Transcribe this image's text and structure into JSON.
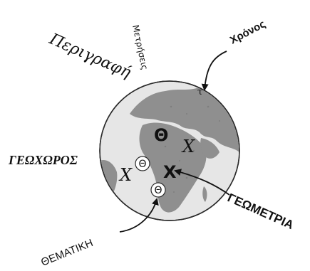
{
  "labels": {
    "perigrafi": "Περιγραφή",
    "metriseis": "Μετρήσεις",
    "xronos": "Χρόνος",
    "tau": "τ",
    "geoxoros": "ΓΕΩΧΩΡΟΣ",
    "geometria": "ΓΕΩΜΕΤΡΙΑ",
    "thematiki": "ΘΕΜΑΤΙΚΗ"
  },
  "symbols": {
    "theta_large": "Θ",
    "x_right": "X",
    "x_left": "X",
    "theta_small_upper": "Θ",
    "theta_small_lower": "Θ",
    "x_bold": "X"
  },
  "colors": {
    "ocean": "#e6e6e6",
    "land": "#8f8f8f",
    "outline": "#2a2a2a",
    "ink": "#111111"
  }
}
